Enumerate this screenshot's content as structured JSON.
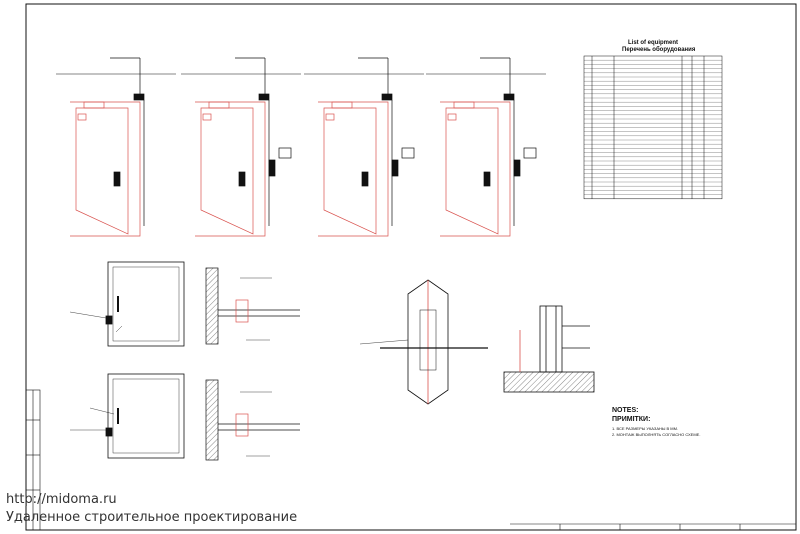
{
  "equipment_list": {
    "title_en": "List of equipment",
    "title_ru": "Перечень оборудования"
  },
  "notes": {
    "heading_en": "NOTES:",
    "heading_ua": "ПРИМІТКИ:",
    "line1": "1. ВСЕ РАЗМЕРЫ УКАЗАНЫ В ММ.",
    "line2": "2. МОНТАЖ ВЫПОЛНЯТЬ СОГЛАСНО СХЕМЕ."
  },
  "watermark": {
    "url": "http://midoma.ru",
    "tagline": "Удаленное строительное проектирование"
  },
  "colors": {
    "line": "#111111",
    "accent": "#d9534f"
  }
}
